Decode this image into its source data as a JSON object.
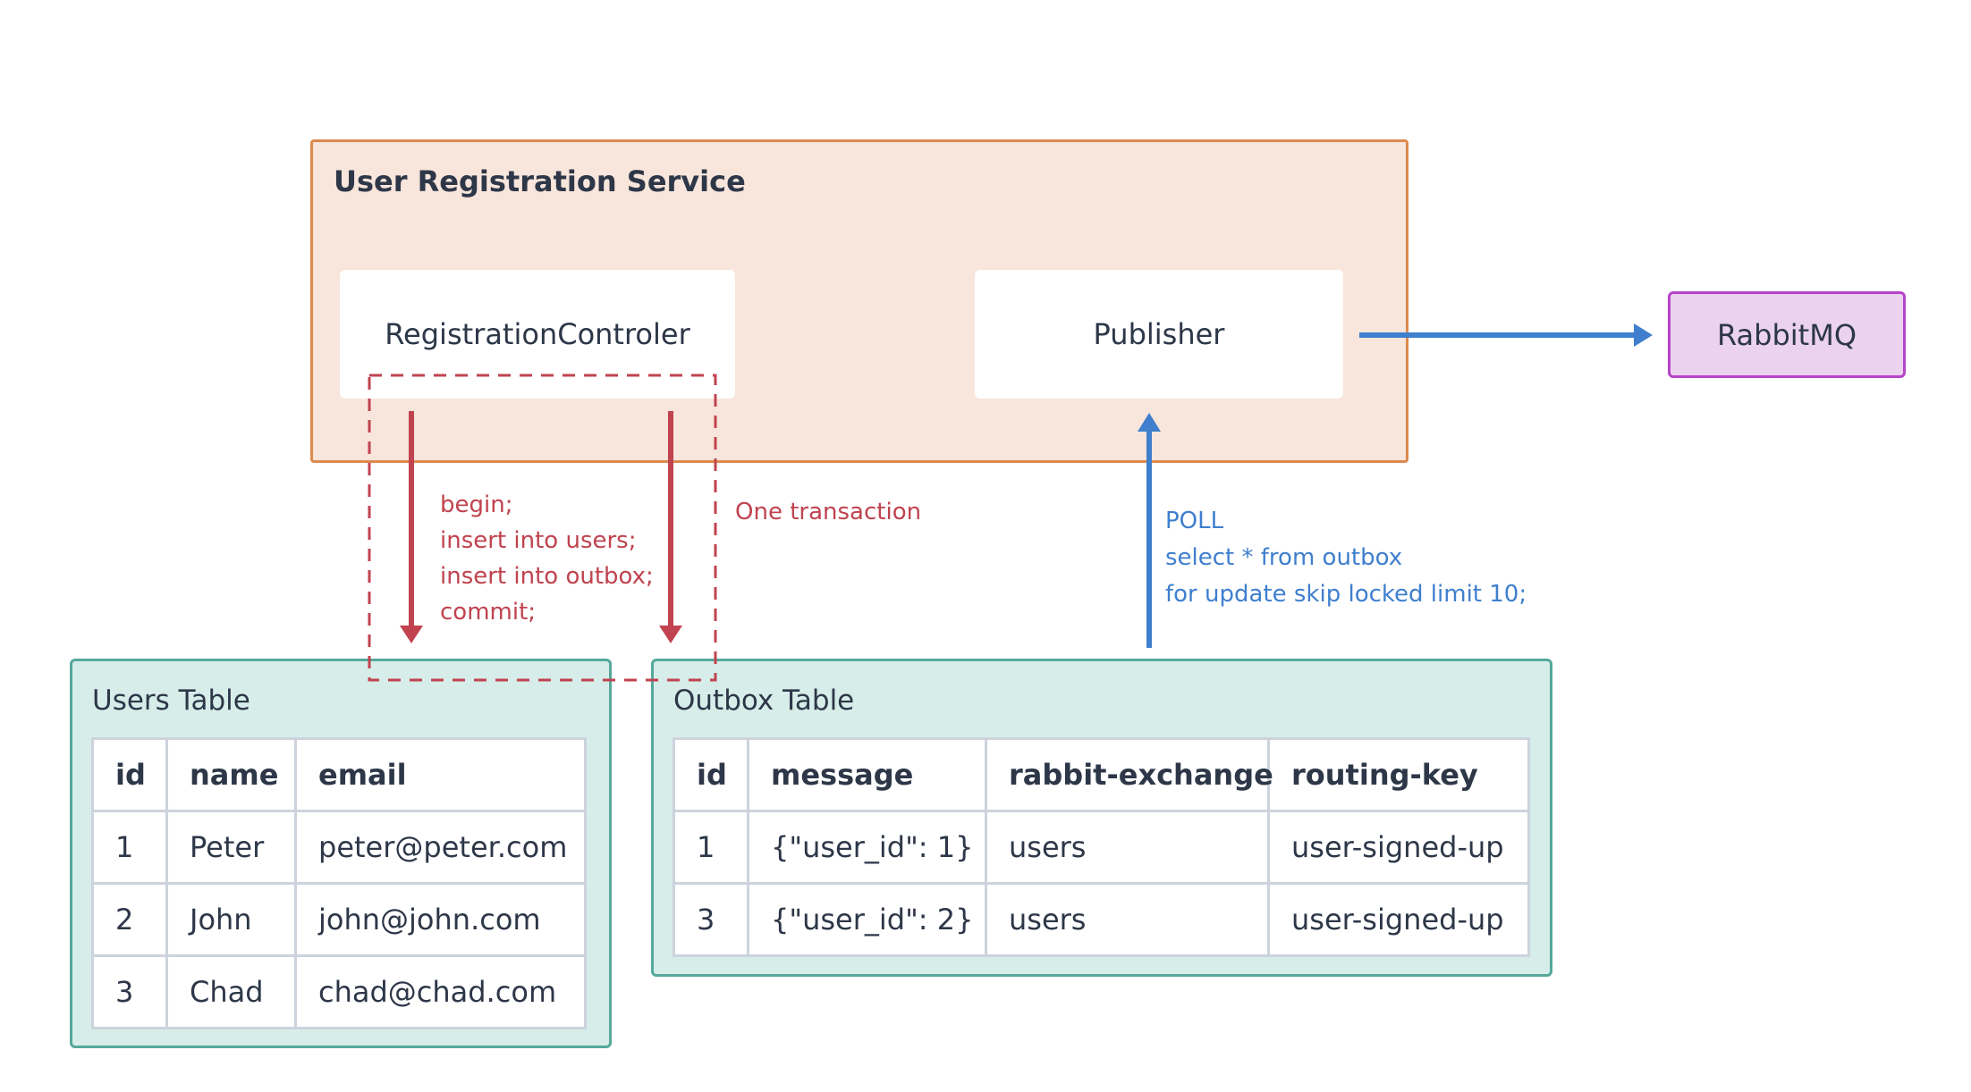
{
  "service": {
    "title": "User Registration Service",
    "controller_label": "RegistrationControler",
    "publisher_label": "Publisher"
  },
  "broker": {
    "label": "RabbitMQ"
  },
  "transaction": {
    "label": "One transaction",
    "steps": [
      "begin;",
      "insert into users;",
      "insert into outbox;",
      "commit;"
    ]
  },
  "poll": {
    "lines": [
      "POLL",
      "select * from outbox",
      "for update skip locked limit 10;"
    ]
  },
  "users_table": {
    "title": "Users Table",
    "columns": [
      "id",
      "name",
      "email"
    ],
    "rows": [
      [
        "1",
        "Peter",
        "peter@peter.com"
      ],
      [
        "2",
        "John",
        "john@john.com"
      ],
      [
        "3",
        "Chad",
        "chad@chad.com"
      ]
    ]
  },
  "outbox_table": {
    "title": "Outbox Table",
    "columns": [
      "id",
      "message",
      "rabbit-exchange",
      "routing-key"
    ],
    "rows": [
      [
        "1",
        "{\"user_id\": 1}",
        "users",
        "user-signed-up"
      ],
      [
        "3",
        "{\"user_id\": 2}",
        "users",
        "user-signed-up"
      ]
    ]
  },
  "colors": {
    "service_fill": "#f8e5db",
    "service_border": "#dc8a4f",
    "broker_fill": "#ebd2ef",
    "broker_border": "#b644c9",
    "table_fill": "#d7ede9",
    "table_border": "#55a99b",
    "transaction_red": "#c0434f",
    "poll_blue": "#3f7fce"
  }
}
